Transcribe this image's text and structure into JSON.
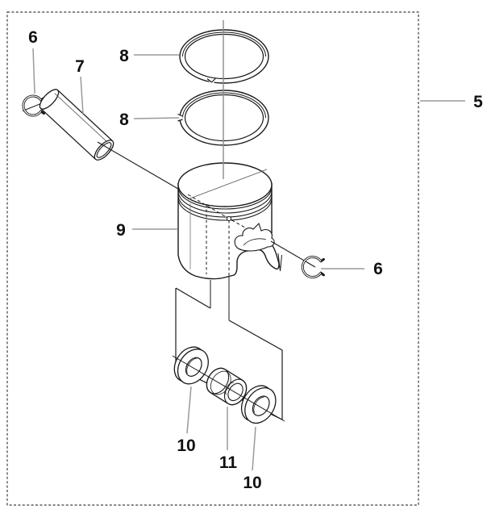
{
  "diagram": {
    "description": "Exploded parts diagram of a piston assembly inside a dashed boundary box",
    "boundary": {
      "style": "dashed-rectangle",
      "callout_ref": "5"
    },
    "callouts": [
      {
        "id": "callout-5",
        "text": "5",
        "part": "assembly-boundary"
      },
      {
        "id": "callout-6-top",
        "text": "6",
        "part": "circlip-left"
      },
      {
        "id": "callout-7",
        "text": "7",
        "part": "piston-pin"
      },
      {
        "id": "callout-8-top",
        "text": "8",
        "part": "piston-ring-upper"
      },
      {
        "id": "callout-8-bottom",
        "text": "8",
        "part": "piston-ring-lower"
      },
      {
        "id": "callout-9",
        "text": "9",
        "part": "piston"
      },
      {
        "id": "callout-6-right",
        "text": "6",
        "part": "circlip-right"
      },
      {
        "id": "callout-10-left",
        "text": "10",
        "part": "washer-left"
      },
      {
        "id": "callout-11",
        "text": "11",
        "part": "needle-bearing"
      },
      {
        "id": "callout-10-right",
        "text": "10",
        "part": "washer-right"
      }
    ],
    "colors": {
      "line": "#1a1a1a",
      "leader": "#9a9a9a",
      "centerline": "#8c8c8c",
      "background": "#ffffff"
    }
  }
}
